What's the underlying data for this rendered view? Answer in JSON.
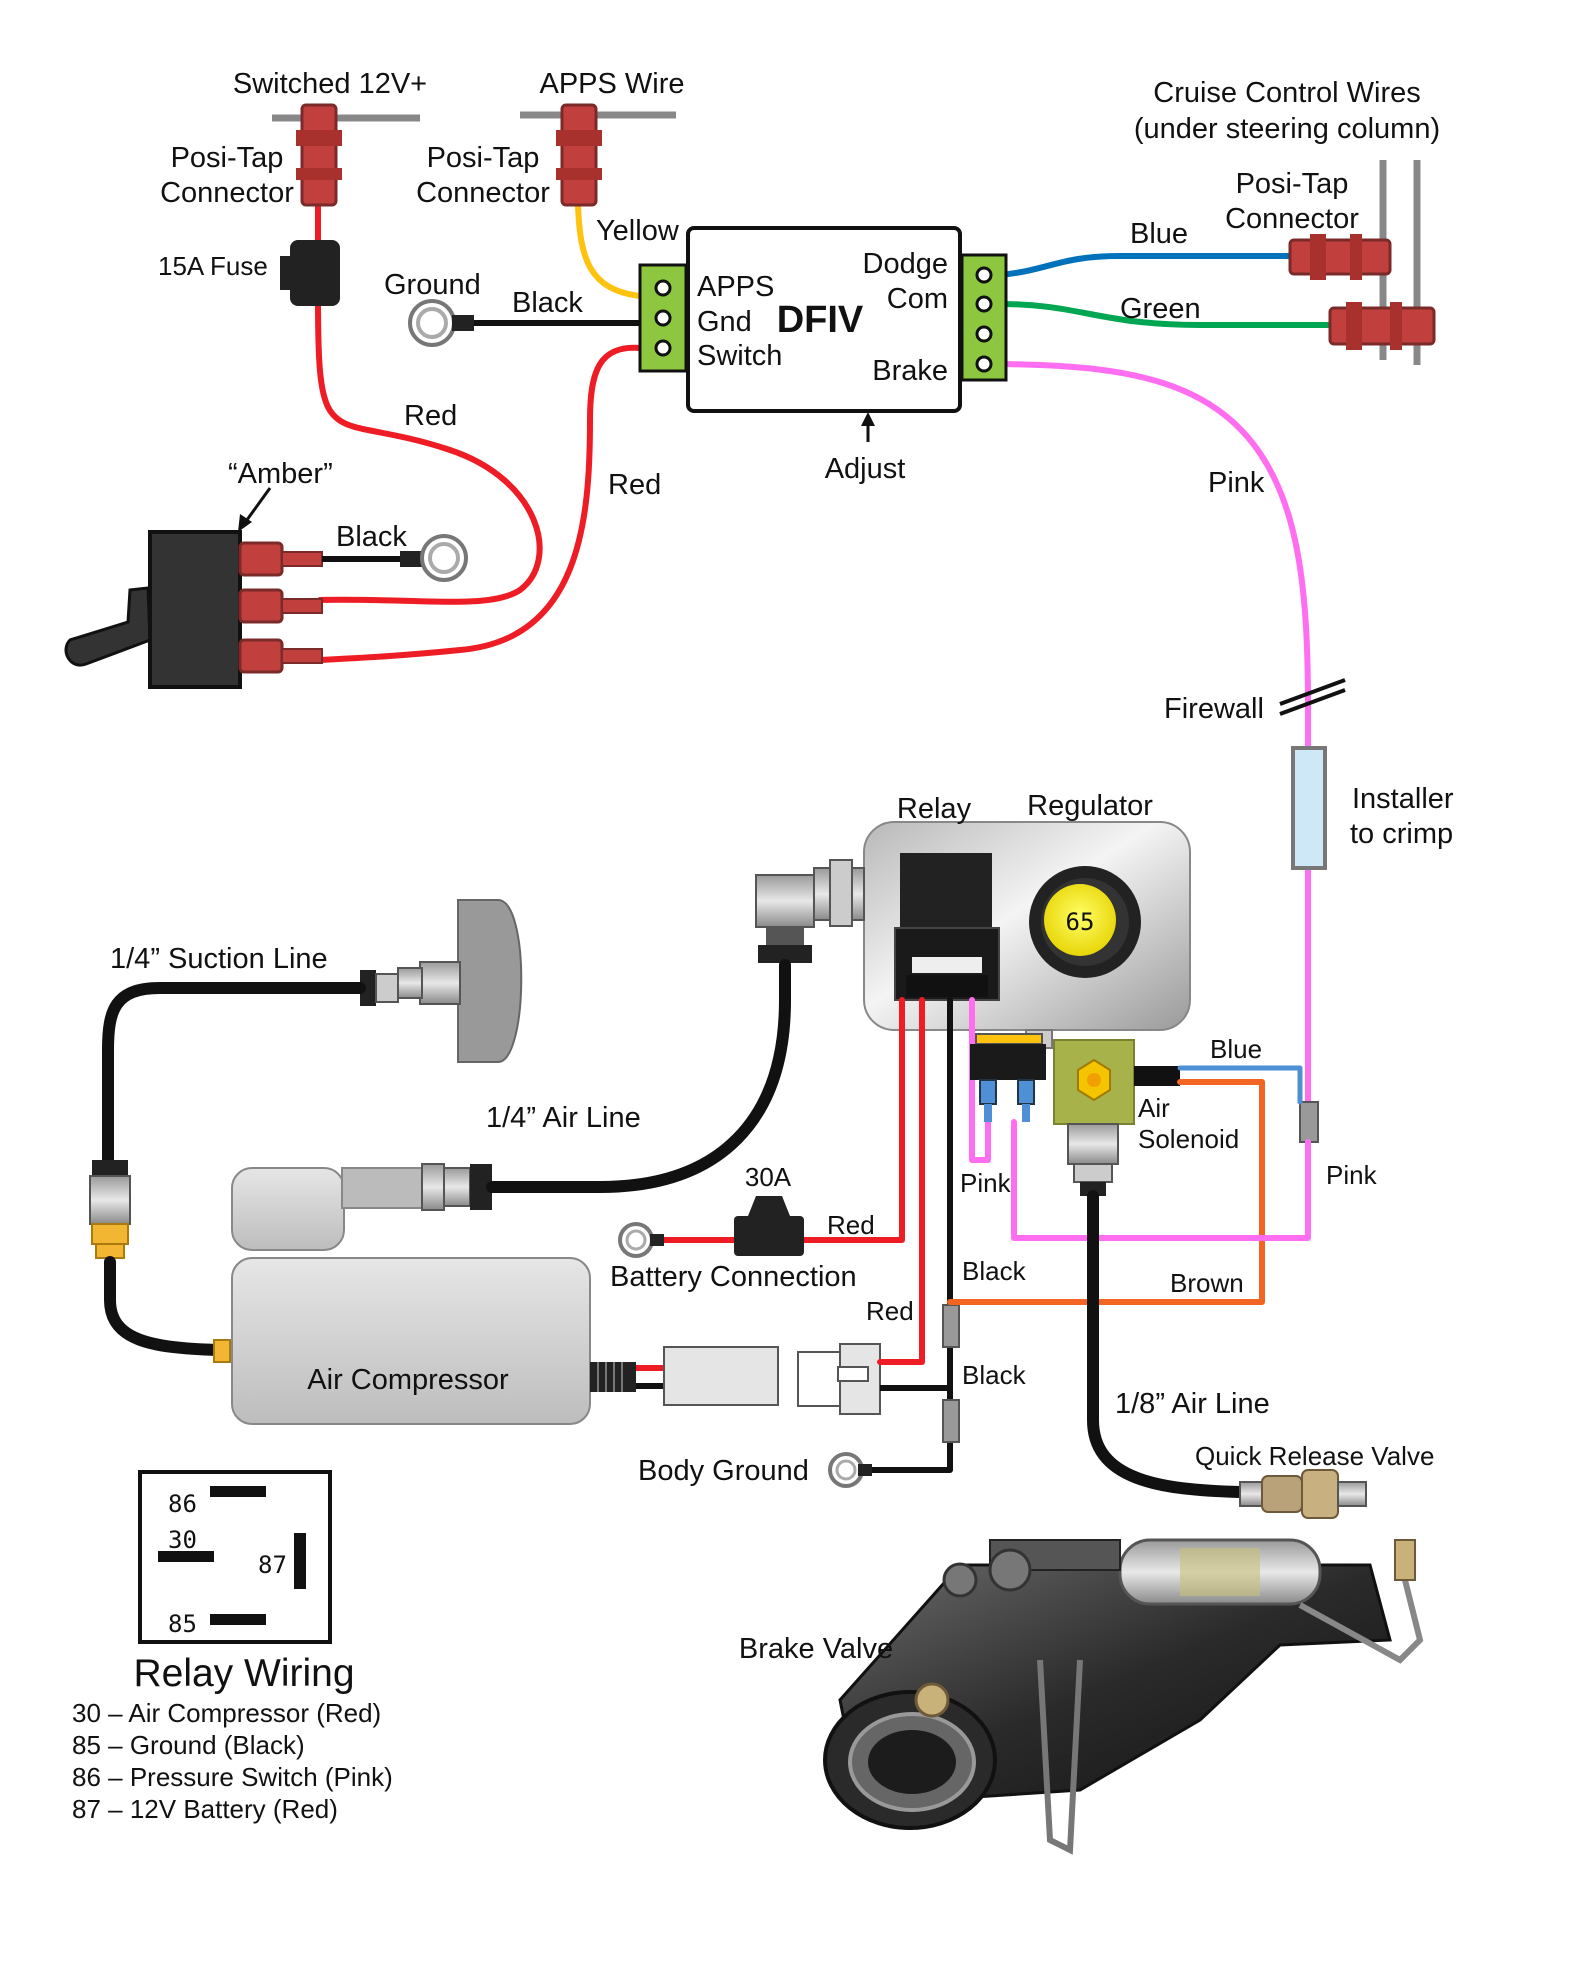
{
  "labels": {
    "switched_12v": "Switched 12V+",
    "apps_wire": "APPS Wire",
    "posi_tap_1": [
      "Posi-Tap",
      "Connector"
    ],
    "posi_tap_2": [
      "Posi-Tap",
      "Connector"
    ],
    "posi_tap_3": [
      "Posi-Tap",
      "Connector"
    ],
    "cruise_control": [
      "Cruise Control Wires",
      "(under steering column)"
    ],
    "fuse_15a": "15A Fuse",
    "ground": "Ground",
    "black_top": "Black",
    "yellow": "Yellow",
    "blue_top": "Blue",
    "green": "Green",
    "red_1": "Red",
    "red_2": "Red",
    "amber": "“Amber”",
    "black_switch": "Black",
    "adjust": "Adjust",
    "pink_top": "Pink",
    "firewall": "Firewall",
    "installer_crimp": [
      "Installer",
      "to crimp"
    ],
    "relay": "Relay",
    "regulator": "Regulator",
    "gauge_value": "65",
    "suction_line": "1/4” Suction Line",
    "air_line_quarter": "1/4” Air Line",
    "fuse_30a": "30A",
    "red_batt": "Red",
    "battery_connection": "Battery Connection",
    "pink_relay": "Pink",
    "blue_solenoid": "Blue",
    "air_solenoid": [
      "Air",
      "Solenoid"
    ],
    "pink_right": "Pink",
    "black_mid": "Black",
    "brown": "Brown",
    "red_comp": "Red",
    "black_comp": "Black",
    "air_compressor": "Air Compressor",
    "air_line_eighth": "1/8” Air Line",
    "quick_release_valve": "Quick Release Valve",
    "body_ground": "Body Ground",
    "brake_valve": "Brake Valve"
  },
  "dfiv": {
    "name": "DFIV",
    "left_pins": [
      "APPS",
      "Gnd",
      "Switch"
    ],
    "right_pins": [
      "Dodge",
      "Com",
      "Brake"
    ]
  },
  "relay_box": {
    "pins": [
      "86",
      "30",
      "87",
      "85"
    ]
  },
  "relay_wiring": {
    "title": "Relay Wiring",
    "lines": [
      "30 – Air Compressor (Red)",
      "85 – Ground (Black)",
      "86 – Pressure Switch (Pink)",
      "87 – 12V Battery (Red)"
    ]
  },
  "colors": {
    "red": "#ee1c24",
    "black": "#111111",
    "yellow": "#ffc20e",
    "blue": "#0072bc",
    "green": "#00a651",
    "pink": "#ff6ef0",
    "brown": "#f26522",
    "blue_light": "#4f8fd6",
    "connector": "#c1403d",
    "terminal_green": "#8dc63f"
  }
}
